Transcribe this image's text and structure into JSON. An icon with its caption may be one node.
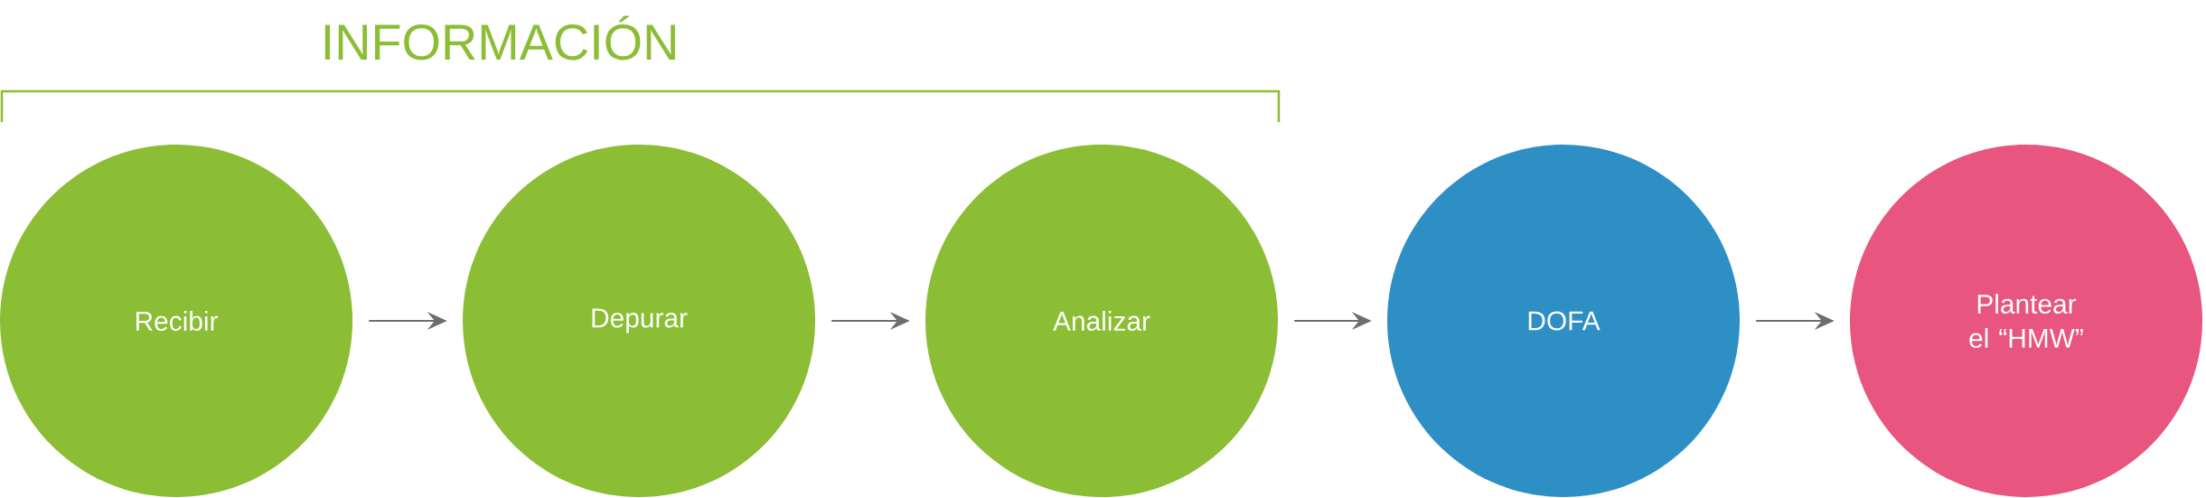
{
  "diagram": {
    "title": "INFORMACIÓN",
    "nodes": [
      {
        "text": [
          "Recibir"
        ]
      },
      {
        "text": [
          "Depurar"
        ]
      },
      {
        "text": [
          "Analizar"
        ]
      },
      {
        "text": [
          "DOFA"
        ]
      },
      {
        "text": [
          "Plantear el “HMW”"
        ]
      }
    ],
    "edges": [
      {
        "from": 0,
        "to": 1,
        "arrow": "to"
      },
      {
        "from": 1,
        "to": 2,
        "arrow": "to"
      },
      {
        "from": 2,
        "to": 3,
        "arrow": "to"
      },
      {
        "from": 3,
        "to": 4,
        "arrow": "to"
      }
    ]
  }
}
